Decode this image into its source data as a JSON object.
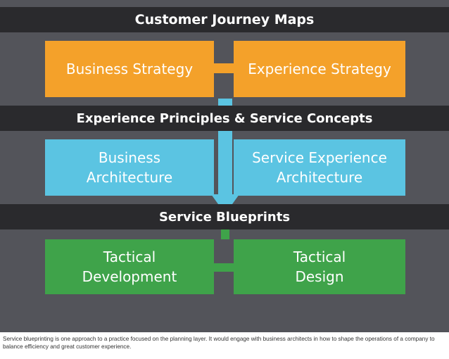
{
  "bands": {
    "top": "Customer Journey Maps",
    "middle": "Experience Principles & Service Concepts",
    "bottom": "Service Blueprints"
  },
  "boxes": {
    "business_strategy": "Business Strategy",
    "experience_strategy": "Experience Strategy",
    "business_architecture": "Business\nArchitecture",
    "service_experience_architecture": "Service Experience\nArchitecture",
    "tactical_development": "Tactical\nDevelopment",
    "tactical_design": "Tactical\nDesign"
  },
  "caption": "Service blueprinting is one approach to a practice focused on the planning layer. It would engage with business architects in how to shape the operations of a company to balance efficiency and great customer experience.",
  "colors": {
    "background": "#53545a",
    "band": "#2a2a2d",
    "orange": "#f4a12a",
    "blue": "#5bc4e2",
    "green": "#3fa34a"
  }
}
